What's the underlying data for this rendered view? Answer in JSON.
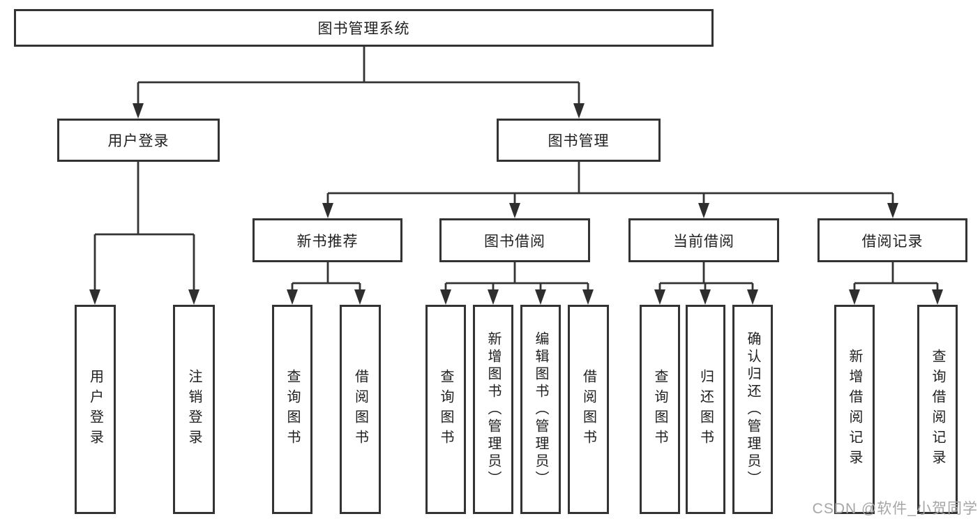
{
  "diagram": {
    "root": {
      "label": "图书管理系统"
    },
    "level2": [
      {
        "label": "用户登录"
      },
      {
        "label": "图书管理"
      }
    ],
    "level3": [
      {
        "label": "新书推荐"
      },
      {
        "label": "图书借阅"
      },
      {
        "label": "当前借阅"
      },
      {
        "label": "借阅记录"
      }
    ],
    "leaves": {
      "user_login": [
        "用户登录",
        "注销登录"
      ],
      "new_book_rec": [
        "查询图书",
        "借阅图书"
      ],
      "book_borrow": [
        "查询图书",
        "新增图书（管理员）",
        "编辑图书（管理员）",
        "借阅图书"
      ],
      "current_borrow": [
        "查询图书",
        "归还图书",
        "确认归还（管理员）"
      ],
      "borrow_record": [
        "新增借阅记录",
        "查询借阅记录"
      ]
    },
    "watermark": "CSDN @软件_小贺同学",
    "colors": {
      "line": "#333333",
      "box_fill": "#ffffff",
      "text": "#1f1f1f",
      "watermark": "#a6a6a6",
      "background": "#ffffff"
    }
  }
}
